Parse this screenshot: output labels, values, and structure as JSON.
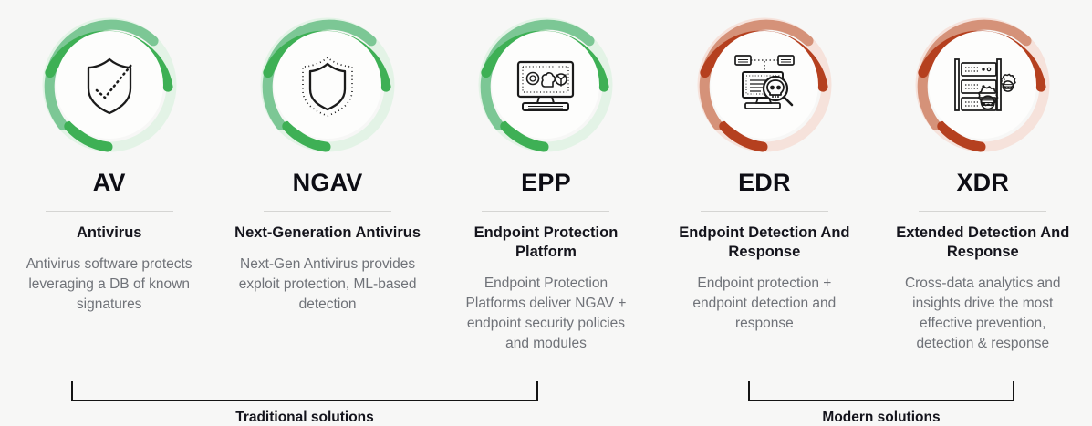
{
  "background_color": "#f7f7f6",
  "palette": {
    "green_strong": "#3eb055",
    "green_mid": "#7cc795",
    "green_pale": "#e3f3e6",
    "red_strong": "#b5401f",
    "red_mid": "#d59279",
    "red_pale": "#f6e2db",
    "inner_circle": "#fdfdfc",
    "title_text": "#0d0d14",
    "body_text": "#6f7278",
    "rule": "#d5d5d3",
    "bracket": "#141414"
  },
  "columns": [
    {
      "acronym": "AV",
      "full_name": "Antivirus",
      "description": "Antivirus software protects leveraging a DB of known signatures",
      "ring_color": "green",
      "icon_name": "shield-check-icon"
    },
    {
      "acronym": "NGAV",
      "full_name": "Next-Generation Antivirus",
      "description": "Next-Gen Antivirus provides exploit protection, ML-based detection",
      "ring_color": "green",
      "icon_name": "dotted-shield-icon"
    },
    {
      "acronym": "EPP",
      "full_name": "Endpoint Protection Platform",
      "description": "Endpoint Protection Platforms deliver NGAV + endpoint security policies and modules",
      "ring_color": "green",
      "icon_name": "desktop-threats-icon"
    },
    {
      "acronym": "EDR",
      "full_name": "Endpoint Detection And Response",
      "description": "Endpoint protection + endpoint detection and response",
      "ring_color": "red",
      "icon_name": "desktop-magnifier-skull-icon"
    },
    {
      "acronym": "XDR",
      "full_name": "Extended Detection And Response",
      "description": "Cross-data analytics and insights drive the most effective prevention, detection & response",
      "ring_color": "red",
      "icon_name": "server-rack-gears-icon"
    }
  ],
  "brackets": [
    {
      "label": "Traditional solutions",
      "spans": [
        "AV",
        "NGAV",
        "EPP"
      ]
    },
    {
      "label": "Modern solutions",
      "spans": [
        "EDR",
        "XDR"
      ]
    }
  ]
}
